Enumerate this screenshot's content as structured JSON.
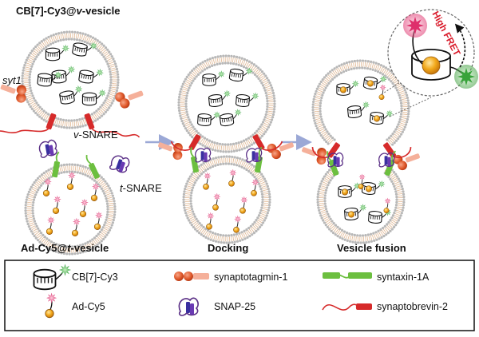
{
  "labels": {
    "top_title_prefix": "CB[7]-Cy3@",
    "top_title_italic": "v",
    "top_title_suffix": "-vesicle",
    "bottom_title_prefix": "Ad-Cy5@",
    "bottom_title_italic": "t",
    "bottom_title_suffix": "-vesicle",
    "syt1": "syt1",
    "v_snare_italic": "v",
    "v_snare_suffix": "-SNARE",
    "t_snare_italic": "t",
    "t_snare_suffix": "-SNARE",
    "docking": "Docking",
    "fusion": "Vesicle fusion",
    "fret_line1": "High",
    "fret_line2": "FRET"
  },
  "legend": {
    "cb7": "CB[7]-Cy3",
    "ad": "Ad-Cy5",
    "syt": "synaptotagmin-1",
    "snap": "SNAP-25",
    "syntaxin": "syntaxin-1A",
    "synaptobrevin": "synaptobrevin-2"
  },
  "colors": {
    "membrane_head": "#b8b8b8",
    "membrane_tail": "#e0b58f",
    "cy3_green": "#3fb44a",
    "cy5_pink": "#e0457b",
    "adamantane": "#f2a91c",
    "syt_red": "#d9411e",
    "syt_peach": "#f5b09a",
    "syntaxin_green": "#6cbf3f",
    "syb_red": "#d62a2a",
    "snap_purple": "#5a2f86",
    "arrow": "#9ba8d6",
    "fret_red": "#d91a2a"
  }
}
